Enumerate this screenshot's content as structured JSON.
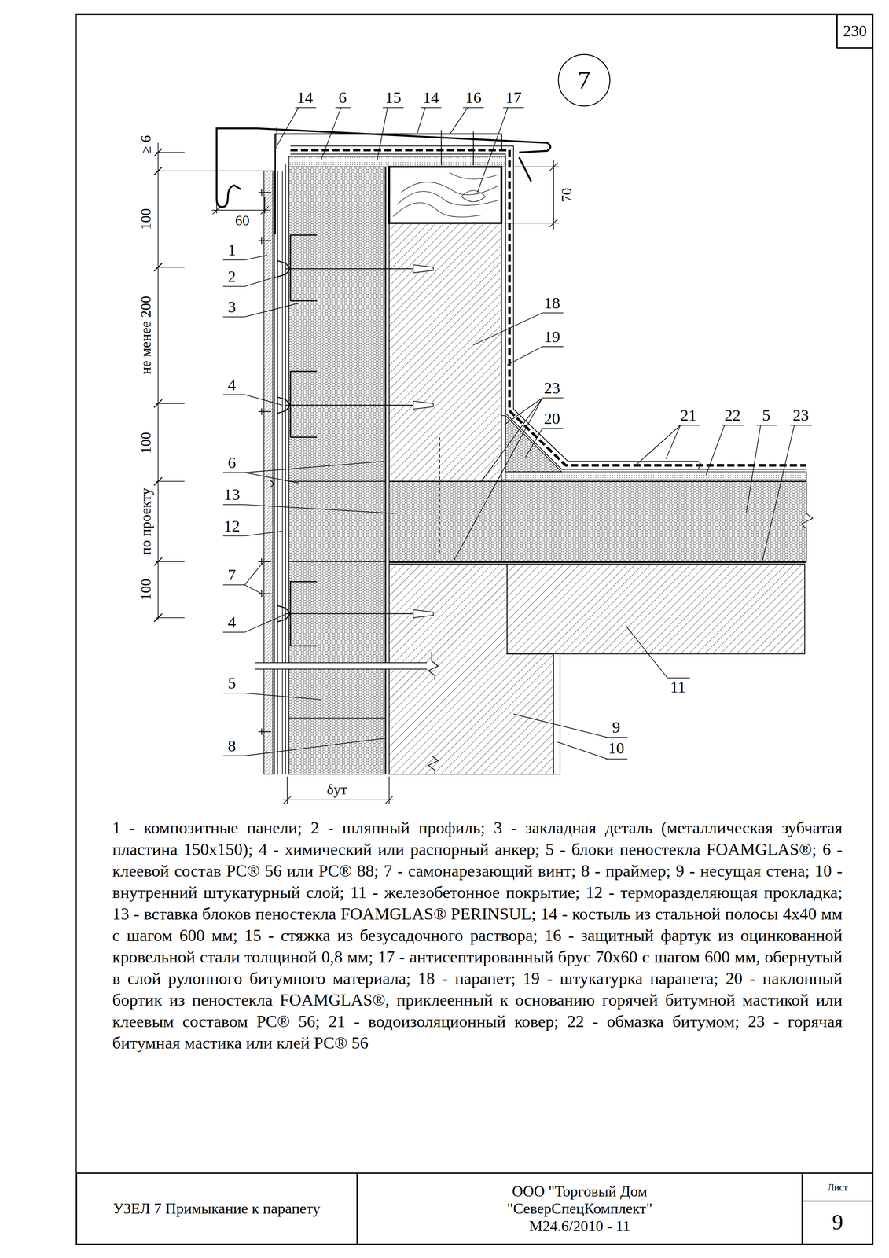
{
  "diagram": {
    "nodes": [
      {
        "text": [
          "230"
        ]
      },
      {
        "text": [
          "7"
        ]
      },
      {
        "text": [
          "УЗЕЛ 7 Примыкание к парапету"
        ]
      },
      {
        "text": [
          "ООО \"Торговый Дом \"СеверСпецКомплект\"",
          "М24.6/2010 - 11"
        ]
      },
      {
        "text": [
          "Лист",
          "9"
        ]
      }
    ],
    "labels": [
      "14",
      "6",
      "15",
      "14",
      "16",
      "17",
      "≥ 6",
      "100",
      "не менее 200",
      "100",
      "по проекту",
      "100",
      "60",
      "70",
      "1",
      "2",
      "3",
      "4",
      "6",
      "13",
      "12",
      "7",
      "4",
      "5",
      "8",
      "18",
      "19",
      "23",
      "20",
      "21",
      "22",
      "5",
      "23",
      "11",
      "9",
      "10",
      "δут",
      "1 - композитные панели; 2 - шляпный профиль; 3 - закладная деталь (металлическая зубчатая пластина 150х150); 4 - химический или распорный анкер; 5 - блоки пеностекла FOAMGLAS®; 6 - клеевой состав PC® 56 или PC® 88; 7 - самонарезающий винт; 8 - праймер; 9 - несущая стена; 10 - внутренний штукатурный слой; 11 - железобетонное покрытие; 12 - терморазделяющая прокладка; 13 - вставка блоков пеностекла FOAMGLAS® PERINSUL; 14 - костыль из стальной полосы 4х40 мм с шагом 600 мм; 15 - стяжка из безусадочного раствора; 16 - защитный фартук из оцинкованной кровельной стали толщиной 0,8 мм; 17 - антисептированный брус 70х60 с шагом 600 мм, обернутый в слой рулонного битумного материала; 18 - парапет; 19 - штукатурка парапета; 20 - наклонный бортик из пеностекла FOAMGLAS®, приклеенный к основанию горячей битумной мастикой или клеевым составом PC® 56; 21 - водоизоляционный ковер; 22 - обмазка битумом; 23 - горячая битумная мастика или клей PC® 56"
    ]
  }
}
